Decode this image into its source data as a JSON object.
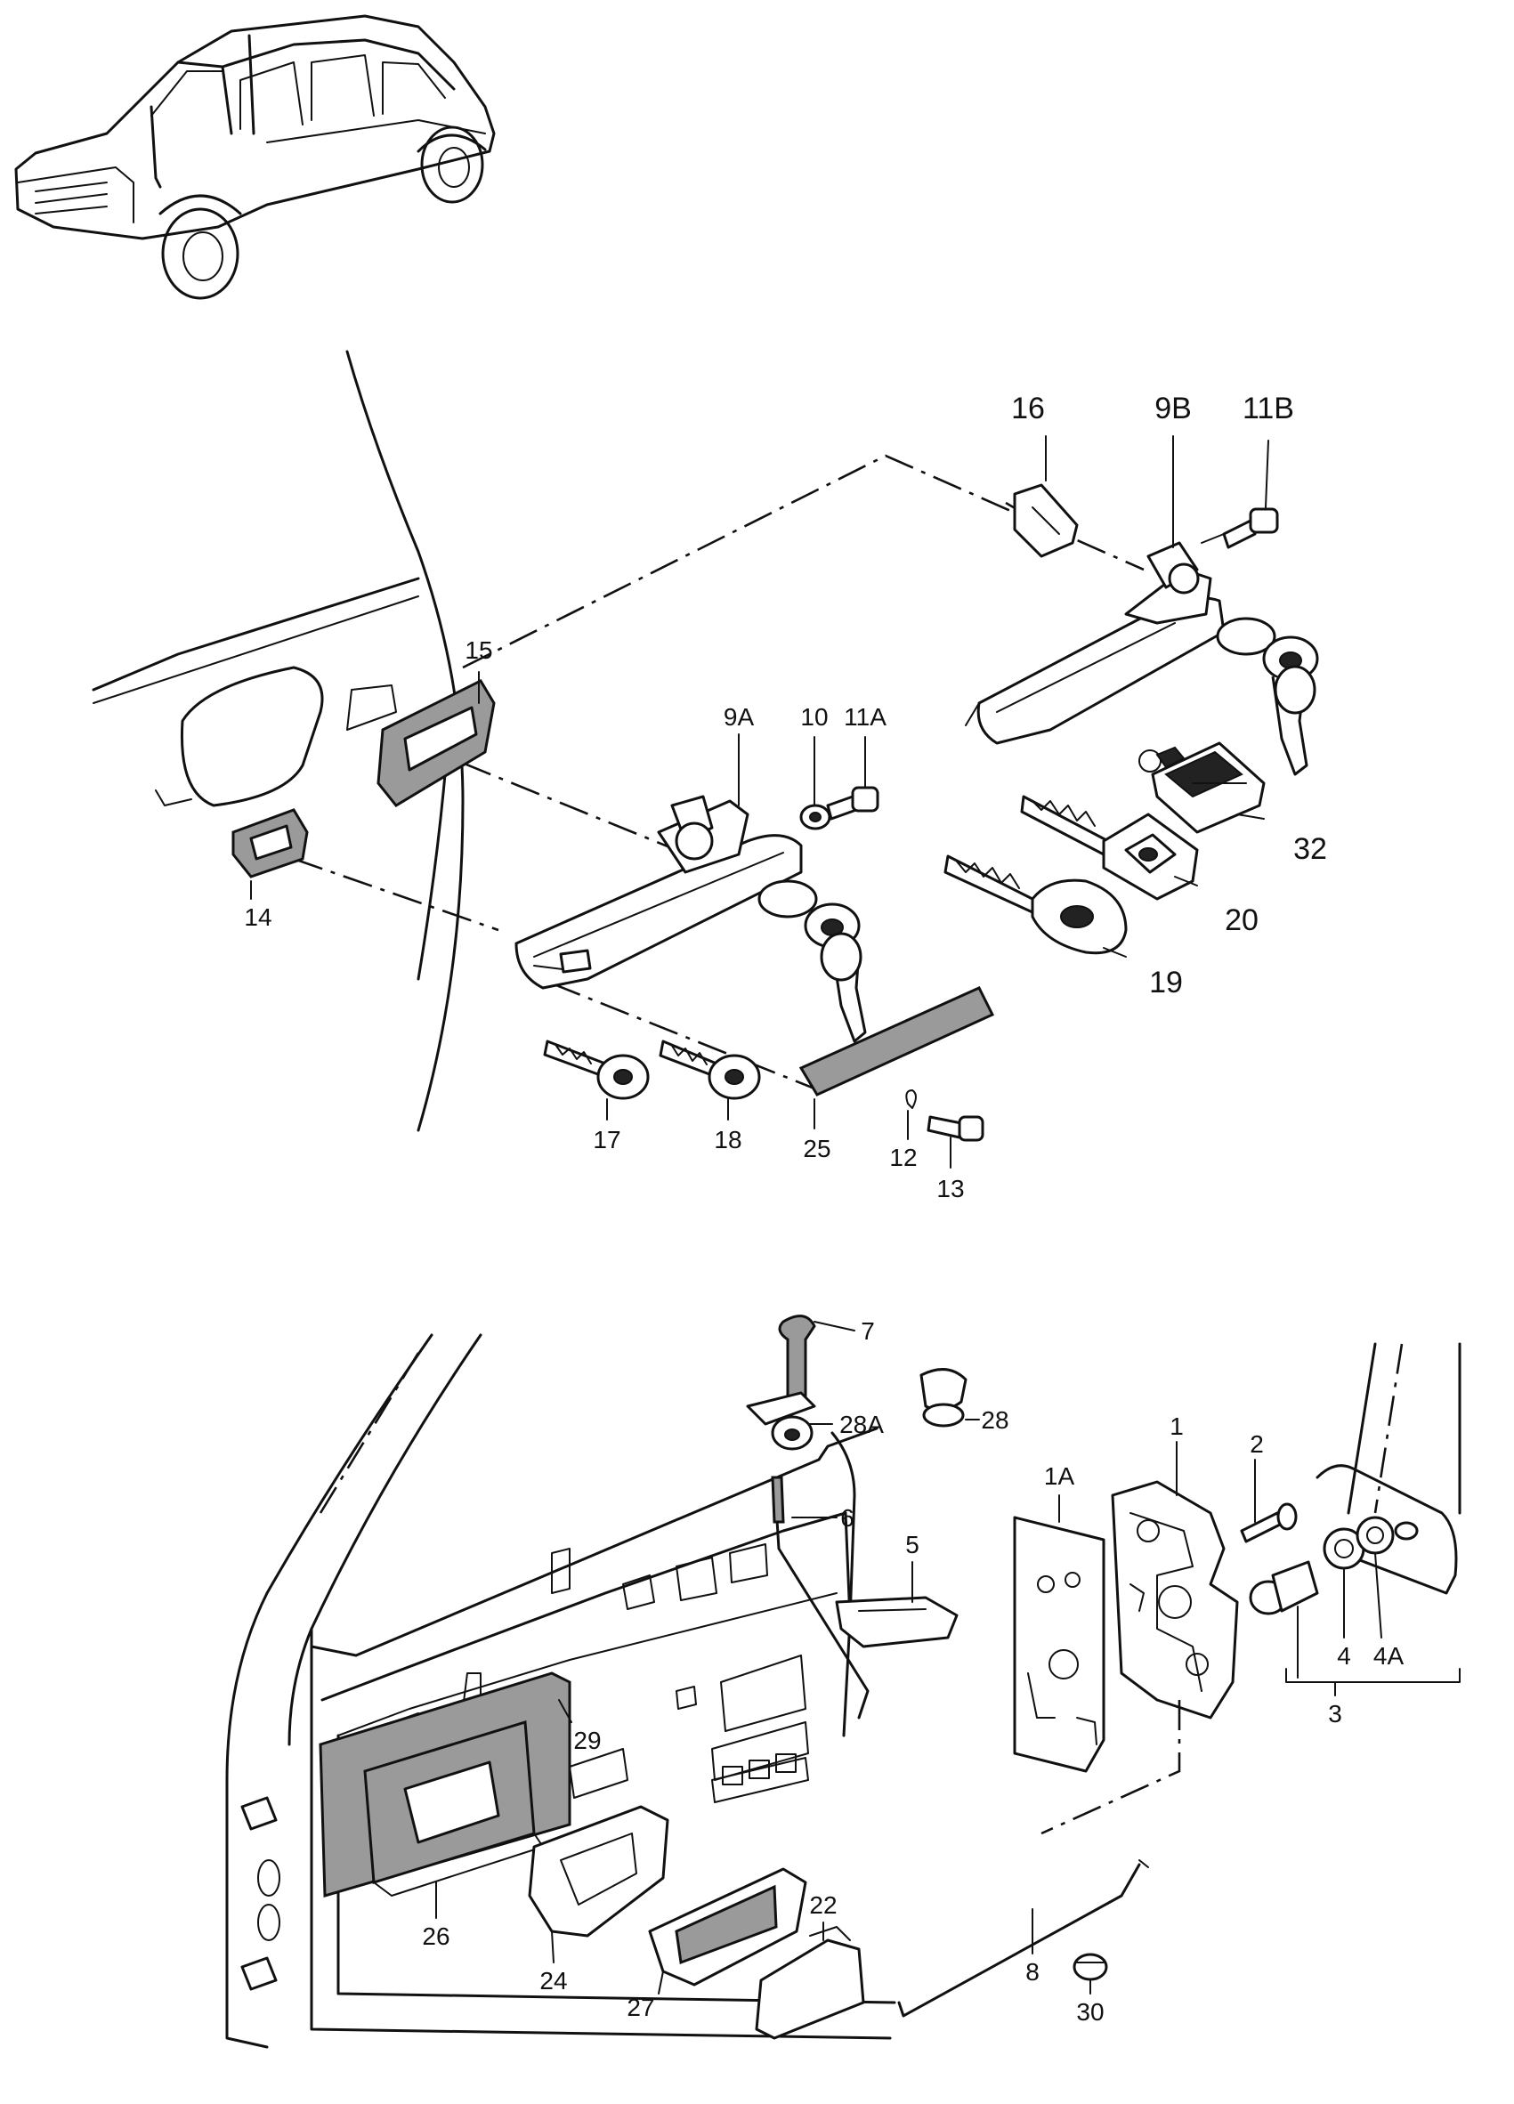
{
  "callouts": [
    {
      "id": "c16",
      "text": "16"
    },
    {
      "id": "c9b",
      "text": "9B"
    },
    {
      "id": "c11b",
      "text": "11B"
    },
    {
      "id": "c15",
      "text": "15"
    },
    {
      "id": "c9a",
      "text": "9A"
    },
    {
      "id": "c10",
      "text": "10"
    },
    {
      "id": "c11a",
      "text": "11A"
    },
    {
      "id": "c32",
      "text": "32"
    },
    {
      "id": "c20",
      "text": "20"
    },
    {
      "id": "c19",
      "text": "19"
    },
    {
      "id": "c14",
      "text": "14"
    },
    {
      "id": "c17",
      "text": "17"
    },
    {
      "id": "c18",
      "text": "18"
    },
    {
      "id": "c25",
      "text": "25"
    },
    {
      "id": "c12",
      "text": "12"
    },
    {
      "id": "c13",
      "text": "13"
    },
    {
      "id": "c7",
      "text": "7"
    },
    {
      "id": "c28a",
      "text": "28A"
    },
    {
      "id": "c28",
      "text": "28"
    },
    {
      "id": "c1a",
      "text": "1A"
    },
    {
      "id": "c1",
      "text": "1"
    },
    {
      "id": "c2",
      "text": "2"
    },
    {
      "id": "c6",
      "text": "6"
    },
    {
      "id": "c5",
      "text": "5"
    },
    {
      "id": "c4",
      "text": "4"
    },
    {
      "id": "c4a",
      "text": "4A"
    },
    {
      "id": "c3",
      "text": "3"
    },
    {
      "id": "c29",
      "text": "29"
    },
    {
      "id": "c26",
      "text": "26"
    },
    {
      "id": "c24",
      "text": "24"
    },
    {
      "id": "c22",
      "text": "22"
    },
    {
      "id": "c27",
      "text": "27"
    },
    {
      "id": "c8",
      "text": "8"
    },
    {
      "id": "c30",
      "text": "30"
    }
  ]
}
